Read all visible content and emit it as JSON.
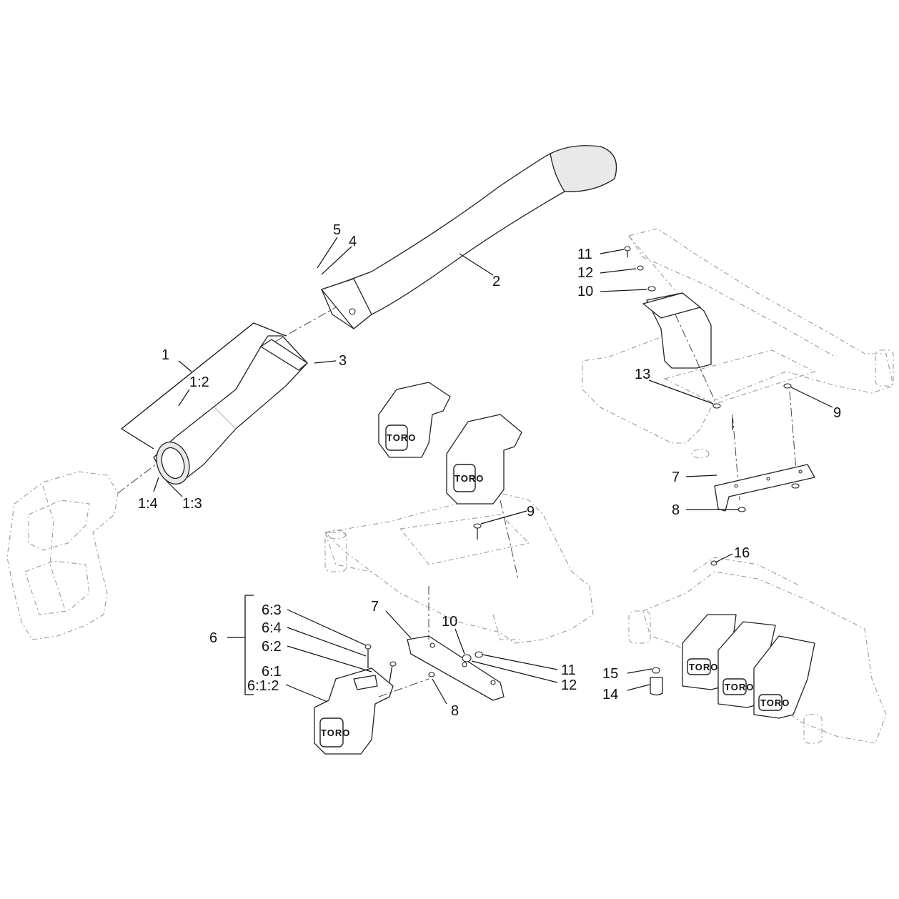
{
  "labels": {
    "l1": "1",
    "l1_2": "1:2",
    "l1_3": "1:3",
    "l1_4": "1:4",
    "l2": "2",
    "l3": "3",
    "l4": "4",
    "l5": "5",
    "l6": "6",
    "l6_1": "6:1",
    "l6_1_2": "6:1:2",
    "l6_2": "6:2",
    "l6_3": "6:3",
    "l6_4": "6:4",
    "l7_mid": "7",
    "l8_mid": "8",
    "l9_mid": "9",
    "l10_mid": "10",
    "l11_mid": "11",
    "l12_mid": "12",
    "l7_right": "7",
    "l8_right": "8",
    "l9_right": "9",
    "l10_right": "10",
    "l11_right": "11",
    "l12_right": "12",
    "l13": "13",
    "l14": "14",
    "l15": "15",
    "l16": "16"
  },
  "logo_text": "TORO"
}
